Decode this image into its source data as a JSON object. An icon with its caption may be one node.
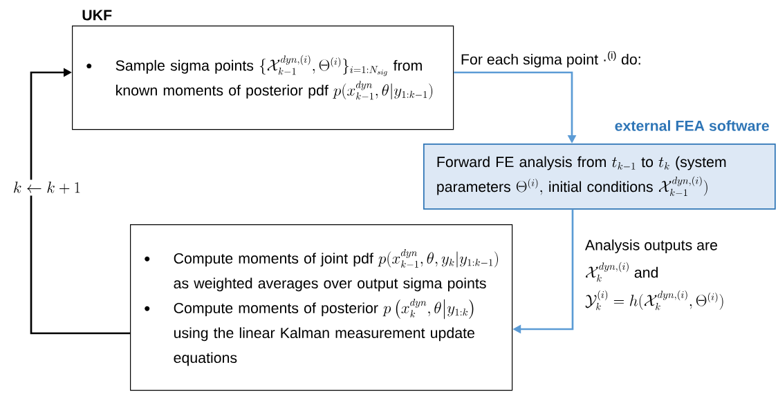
{
  "diagram": {
    "nodes": [
      {
        "text": [
          "UKF",
          "Sample sigma points",
          "\\{\\mathcal{X}^{dyn,(i)}_{k-1},\\Theta^{(i)}\\}_{i=1:N_{sig}}",
          "from known moments of posterior pdf",
          "p(x^{dyn}_{k-1},\\theta|y_{1:k-1})"
        ]
      },
      {
        "text": [
          "external FEA software",
          "Forward FE analysis from",
          "t_{k-1}",
          "to",
          "t_{k}",
          "(system parameters",
          "\\Theta^{(i)},",
          "initial conditions",
          "\\mathcal{X}^{dyn,(i)}_{k-1})"
        ]
      },
      {
        "text": [
          "Compute moments of joint pdf",
          "p(x^{dyn}_{k-1},\\theta,y_{k}|y_{1:k-1})",
          "as weighted averages over output sigma points",
          "Compute moments of posterior",
          "p\\left(x^{dyn}_{k},\\theta\\middle|y_{1:k}\\right)",
          "using the linear Kalman measurement update equations"
        ]
      }
    ],
    "edges": [
      {
        "from": 0,
        "to": 1,
        "arrow": "to",
        "label": "For each sigma point ·$^{(i)}$ do:",
        "color": "#5b9bd5"
      },
      {
        "from": 1,
        "to": 2,
        "arrow": "to",
        "label": "Analysis outputs are",
        "color": "#5b9bd5"
      },
      {
        "from": 2,
        "to": 0,
        "arrow": "to",
        "label": "k \\leftarrow k+1",
        "color": "#000000"
      }
    ],
    "labels": [
      "\\mathcal{X}^{dyn,(i)}_{k}\\text{ and}",
      "\\mathcal{Y}^{(i)}_{k}=h(\\mathcal{X}^{dyn,(i)}_{k},\\Theta^{(i)})"
    ]
  }
}
